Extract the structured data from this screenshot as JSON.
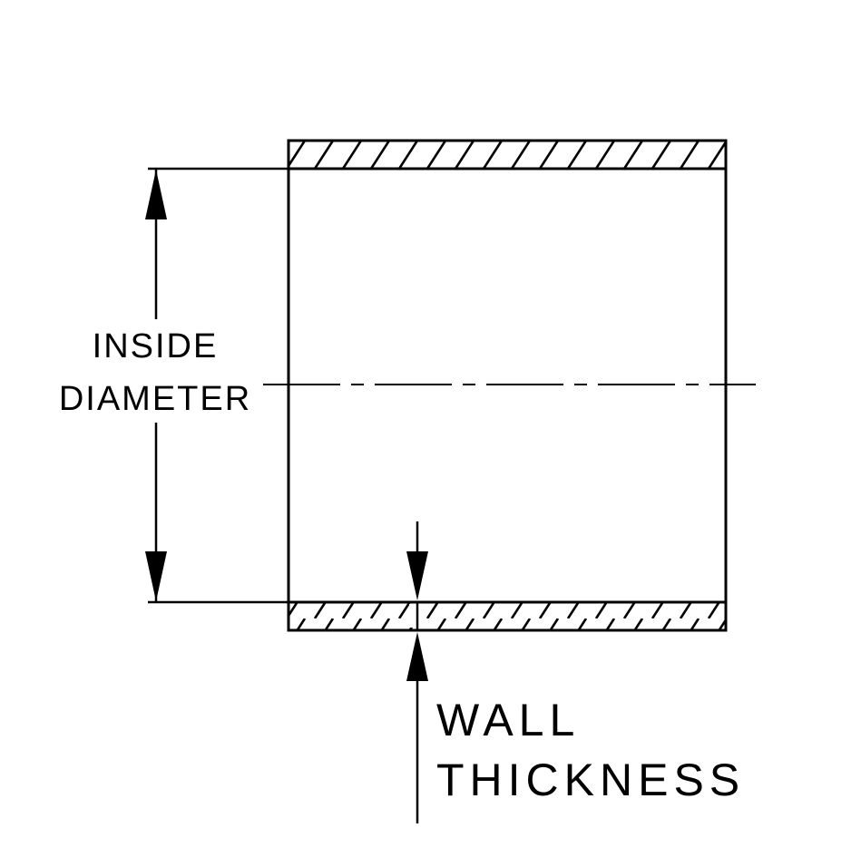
{
  "diagram": {
    "labels": {
      "inside_diameter_line1": "INSIDE",
      "inside_diameter_line2": "DIAMETER",
      "wall_thickness_line1": "WALL",
      "wall_thickness_line2": "THICKNESS"
    },
    "colors": {
      "line": "#000000",
      "background": "#ffffff"
    }
  }
}
